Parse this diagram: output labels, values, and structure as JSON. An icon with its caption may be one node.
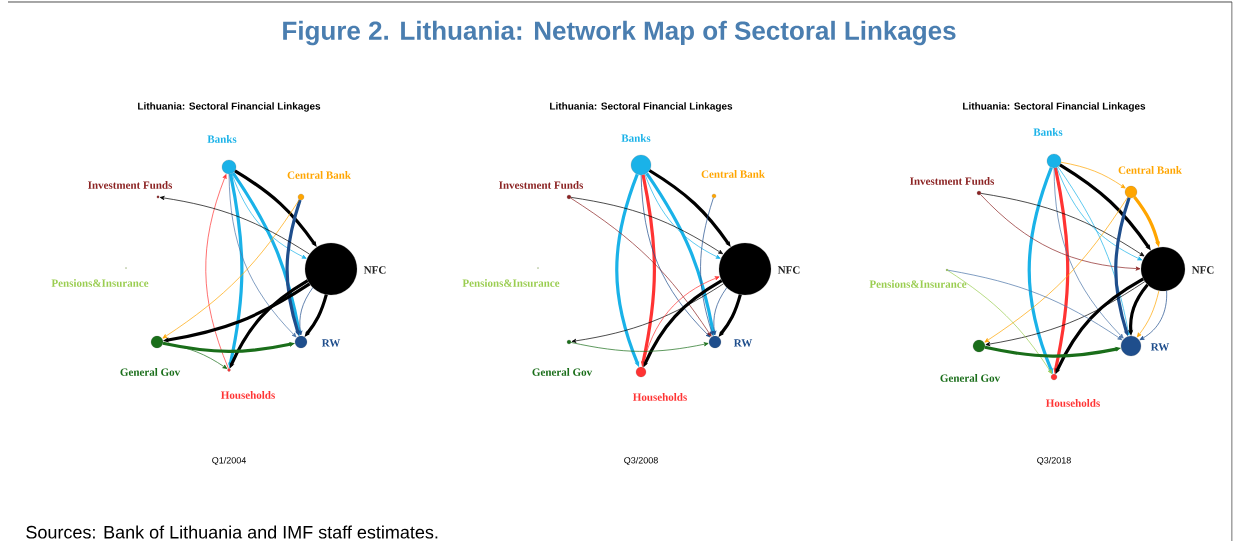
{
  "diagram": {
    "title": "Figure 2. Lithuania: Network Map of Sectoral Linkages",
    "caption": "Sources: Bank of Lithuania and IMF staff estimates.",
    "nodes": [
      {
        "text": [
          "Banks"
        ]
      },
      {
        "text": [
          "Central Bank"
        ]
      },
      {
        "text": [
          "Investment Funds"
        ]
      },
      {
        "text": [
          "NFC"
        ]
      },
      {
        "text": [
          "Pensions&Insurance"
        ]
      },
      {
        "text": [
          "RW"
        ]
      },
      {
        "text": [
          "General Gov"
        ]
      },
      {
        "text": [
          "Households"
        ]
      },
      {
        "text": [
          "Banks"
        ]
      },
      {
        "text": [
          "Central Bank"
        ]
      },
      {
        "text": [
          "Investment Funds"
        ]
      },
      {
        "text": [
          "NFC"
        ]
      },
      {
        "text": [
          "Pensions&Insurance"
        ]
      },
      {
        "text": [
          "RW"
        ]
      },
      {
        "text": [
          "General Gov"
        ]
      },
      {
        "text": [
          "Households"
        ]
      },
      {
        "text": [
          "Banks"
        ]
      },
      {
        "text": [
          "Central Bank"
        ]
      },
      {
        "text": [
          "Investment Funds"
        ]
      },
      {
        "text": [
          "NFC"
        ]
      },
      {
        "text": [
          "Pensions&Insurance"
        ]
      },
      {
        "text": [
          "RW"
        ]
      },
      {
        "text": [
          "General Gov"
        ]
      },
      {
        "text": [
          "Households"
        ]
      }
    ],
    "edges": [
      {
        "from": 0,
        "to": 3,
        "arrow": "to",
        "style": "thick"
      },
      {
        "from": 0,
        "to": 3,
        "arrow": "to",
        "color": "#1ab2e8"
      },
      {
        "from": 0,
        "to": 5,
        "arrow": "to",
        "style": "thick",
        "color": "#1ab2e8"
      },
      {
        "from": 0,
        "to": 7,
        "arrow": "to",
        "style": "thick",
        "color": "#1ab2e8"
      },
      {
        "from": 0,
        "to": 5,
        "arrow": "to",
        "color": "#4a74a8"
      },
      {
        "from": 7,
        "to": 0,
        "arrow": "to",
        "color": "#ff3333"
      },
      {
        "from": 1,
        "to": 5,
        "arrow": "to",
        "style": "thick",
        "color": "#1f4e8c"
      },
      {
        "from": 1,
        "to": 6,
        "arrow": "to",
        "color": "#ffa500"
      },
      {
        "from": 3,
        "to": 2,
        "arrow": "to"
      },
      {
        "from": 3,
        "to": 6,
        "arrow": "to",
        "style": "thick"
      },
      {
        "from": 3,
        "to": 7,
        "arrow": "to",
        "style": "thick"
      },
      {
        "from": 3,
        "to": 5,
        "arrow": "to",
        "style": "thick"
      },
      {
        "from": 3,
        "to": 5,
        "arrow": "to",
        "color": "#1f4e8c"
      },
      {
        "from": 6,
        "to": 5,
        "arrow": "to",
        "style": "thick",
        "color": "#1a6e1a"
      },
      {
        "from": 6,
        "to": 7,
        "arrow": "to",
        "color": "#1a6e1a"
      },
      {
        "from": 8,
        "to": 15,
        "arrow": "to",
        "style": "thick",
        "color": "#ff3333"
      },
      {
        "from": 8,
        "to": 15,
        "arrow": "to",
        "style": "thick",
        "color": "#1ab2e8"
      },
      {
        "from": 8,
        "to": 13,
        "arrow": "to",
        "style": "thick",
        "color": "#1ab2e8"
      },
      {
        "from": 8,
        "to": 11,
        "arrow": "to",
        "style": "thick"
      },
      {
        "from": 8,
        "to": 11,
        "arrow": "to",
        "color": "#1ab2e8"
      },
      {
        "from": 8,
        "to": 13,
        "arrow": "to",
        "color": "#1f4e8c"
      },
      {
        "from": 10,
        "to": 11,
        "arrow": "to"
      },
      {
        "from": 10,
        "to": 13,
        "arrow": "to",
        "color": "#8b2323"
      },
      {
        "from": 9,
        "to": 13,
        "arrow": "to",
        "color": "#1f4e8c"
      },
      {
        "from": 11,
        "to": 14,
        "arrow": "to"
      },
      {
        "from": 11,
        "to": 15,
        "arrow": "to",
        "style": "thick"
      },
      {
        "from": 11,
        "to": 13,
        "arrow": "to",
        "style": "thick"
      },
      {
        "from": 11,
        "to": 13,
        "arrow": "to",
        "color": "#1f4e8c"
      },
      {
        "from": 15,
        "to": 11,
        "arrow": "to",
        "color": "#ff3333"
      },
      {
        "from": 14,
        "to": 13,
        "arrow": "to",
        "color": "#1a6e1a"
      },
      {
        "from": 16,
        "to": 23,
        "arrow": "to",
        "style": "thick",
        "color": "#ff3333"
      },
      {
        "from": 16,
        "to": 23,
        "arrow": "to",
        "style": "thick",
        "color": "#1ab2e8"
      },
      {
        "from": 16,
        "to": 17,
        "arrow": "to",
        "color": "#ffa500"
      },
      {
        "from": 16,
        "to": 19,
        "arrow": "to",
        "style": "thick"
      },
      {
        "from": 16,
        "to": 19,
        "arrow": "to",
        "color": "#1ab2e8"
      },
      {
        "from": 16,
        "to": 21,
        "arrow": "to",
        "color": "#1ab2e8"
      },
      {
        "from": 16,
        "to": 21,
        "arrow": "to",
        "color": "#4a74a8"
      },
      {
        "from": 18,
        "to": 19,
        "arrow": "to"
      },
      {
        "from": 18,
        "to": 19,
        "arrow": "to",
        "color": "#8b2323"
      },
      {
        "from": 17,
        "to": 21,
        "arrow": "to",
        "style": "thick",
        "color": "#1f4e8c"
      },
      {
        "from": 17,
        "to": 19,
        "arrow": "to",
        "style": "thick",
        "color": "#ffa500"
      },
      {
        "from": 17,
        "to": 22,
        "arrow": "to",
        "color": "#ffa500"
      },
      {
        "from": 19,
        "to": 21,
        "arrow": "to",
        "color": "#ffa500"
      },
      {
        "from": 19,
        "to": 22,
        "arrow": "to"
      },
      {
        "from": 19,
        "to": 23,
        "arrow": "to",
        "style": "thick"
      },
      {
        "from": 19,
        "to": 21,
        "arrow": "to",
        "style": "thick"
      },
      {
        "from": 19,
        "to": 21,
        "arrow": "to",
        "color": "#1f4e8c"
      },
      {
        "from": 20,
        "to": 23,
        "arrow": "to",
        "color": "#9acd50"
      },
      {
        "from": 20,
        "to": 21,
        "arrow": "to",
        "color": "#4a74a8"
      },
      {
        "from": 22,
        "to": 21,
        "arrow": "to",
        "style": "thick",
        "color": "#1a6e1a"
      }
    ],
    "labels": [
      "Lithuania: Sectoral Financial Linkages",
      "Lithuania: Sectoral Financial Linkages",
      "Lithuania: Sectoral Financial Linkages",
      "Q1/2004",
      "Q3/2008",
      "Q3/2018"
    ]
  }
}
